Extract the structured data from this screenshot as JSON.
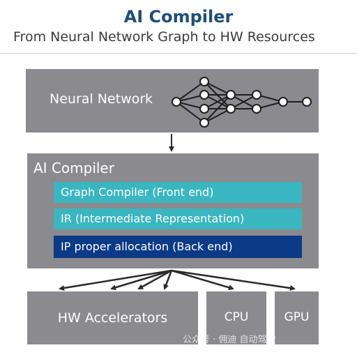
{
  "header": {
    "title": "AI Compiler",
    "subtitle": "From Neural Network Graph to HW Resources"
  },
  "neural_network": {
    "label": "Neural Network",
    "icon": "neural-network-graph-icon"
  },
  "compiler": {
    "label": "AI Compiler",
    "stages": [
      {
        "label": "Graph Compiler (Front end)",
        "color": "#3ab6c0"
      },
      {
        "label": "IR (Intermediate Representation)",
        "color": "#3ab6c0"
      },
      {
        "label": "IP proper allocation (Back end)",
        "color": "#0b3a86"
      }
    ]
  },
  "targets": [
    {
      "label": "HW Accelerators"
    },
    {
      "label": "CPU"
    },
    {
      "label": "GPU"
    }
  ],
  "watermark": "公众号 · 佣迪 自动驾驶"
}
